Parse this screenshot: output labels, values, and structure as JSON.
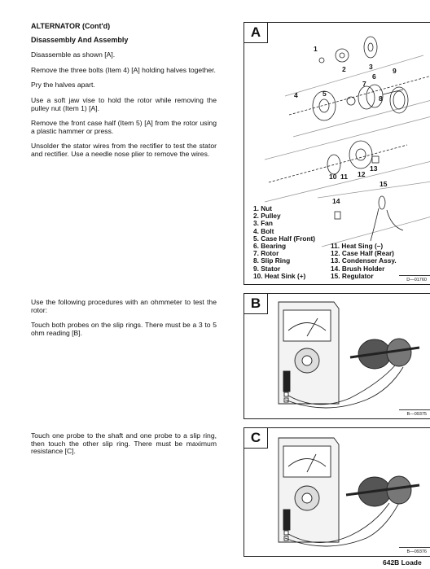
{
  "section_title": "ALTERNATOR (Cont'd)",
  "subsection_title": "Disassembly And Assembly",
  "paragraphs_block1": [
    "Disassemble as shown [A].",
    "Remove the three bolts (Item 4) [A] holding halves together.",
    "Pry the halves apart.",
    "Use a soft jaw vise to hold the rotor while removing the pulley nut (Item 1) [A].",
    "Remove the front case half (Item 5) [A] from the rotor using a plastic hammer or press.",
    "Unsolder the stator wires from the rectifier to test the stator and rectifier. Use a needle nose plier to remove the wires."
  ],
  "paragraphs_block2": [
    "Use the following procedures with an ohmmeter to test the rotor:",
    "Touch both probes on the slip rings. There must be a 3 to 5 ohm reading [B]."
  ],
  "paragraphs_block3": [
    "Touch one probe to the shaft and one probe to a slip ring, then touch the other slip ring. There must be maximum resistance [C]."
  ],
  "figures": {
    "a": {
      "label": "A",
      "code": "D—01760"
    },
    "b": {
      "label": "B",
      "code": "B—09375"
    },
    "c": {
      "label": "C",
      "code": "B—09376"
    }
  },
  "callouts": [
    "1",
    "2",
    "3",
    "4",
    "5",
    "6",
    "7",
    "8",
    "9",
    "10",
    "11",
    "12",
    "13",
    "14",
    "15"
  ],
  "legend_left": [
    "1.  Nut",
    "2.  Pulley",
    "3.  Fan",
    "4.  Bolt",
    "5.  Case Half (Front)",
    "6.  Bearing",
    "7.  Rotor",
    "8.  Slip Ring",
    "9.  Stator",
    "10.  Heat Sink (+)"
  ],
  "legend_right": [
    "11.  Heat Sing (–)",
    "12.  Case Half (Rear)",
    "13.  Condenser Assy.",
    "14.  Brush Holder",
    "15.  Regulator"
  ],
  "footer": "642B Loade"
}
